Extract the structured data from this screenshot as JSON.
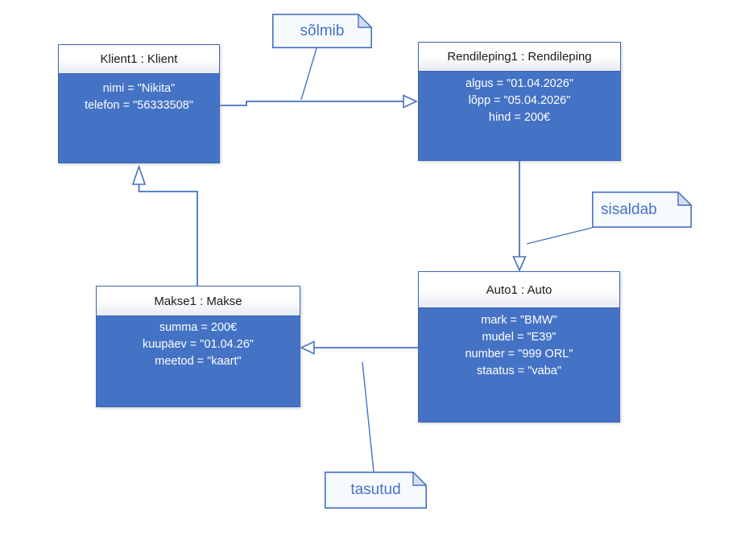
{
  "theme": {
    "accent": "#4472C4",
    "box_fill": "#4472C4",
    "box_border": "#3E66B0",
    "line": "#4472C4",
    "note_fill": "#F7FAFD",
    "note_flap": "#D5DFF1",
    "note_text": "#4472C4",
    "header_text": "#1A1A1A",
    "body_text": "#FFFFFF"
  },
  "objects": [
    {
      "title": "Klient1 : Klient",
      "attributes": [
        "nimi = \"Nikita\"",
        "telefon = \"56333508\""
      ]
    },
    {
      "title": "Rendileping1 : Rendileping",
      "attributes": [
        "algus = \"01.04.2026\"",
        "lõpp = \"05.04.2026\"",
        "hind = 200€"
      ]
    },
    {
      "title": "Auto1 : Auto",
      "attributes": [
        "mark = \"BMW\"",
        "mudel = \"E39\"",
        "number = \"999 ORL\"",
        "staatus = \"vaba\""
      ]
    },
    {
      "title": "Makse1 : Makse",
      "attributes": [
        "summa = 200€",
        "kuupäev = \"01.04.26\"",
        "meetod = \"kaart\""
      ]
    }
  ],
  "notes": [
    {
      "label": "sõlmib"
    },
    {
      "label": "sisaldab"
    },
    {
      "label": "tasutud"
    }
  ]
}
